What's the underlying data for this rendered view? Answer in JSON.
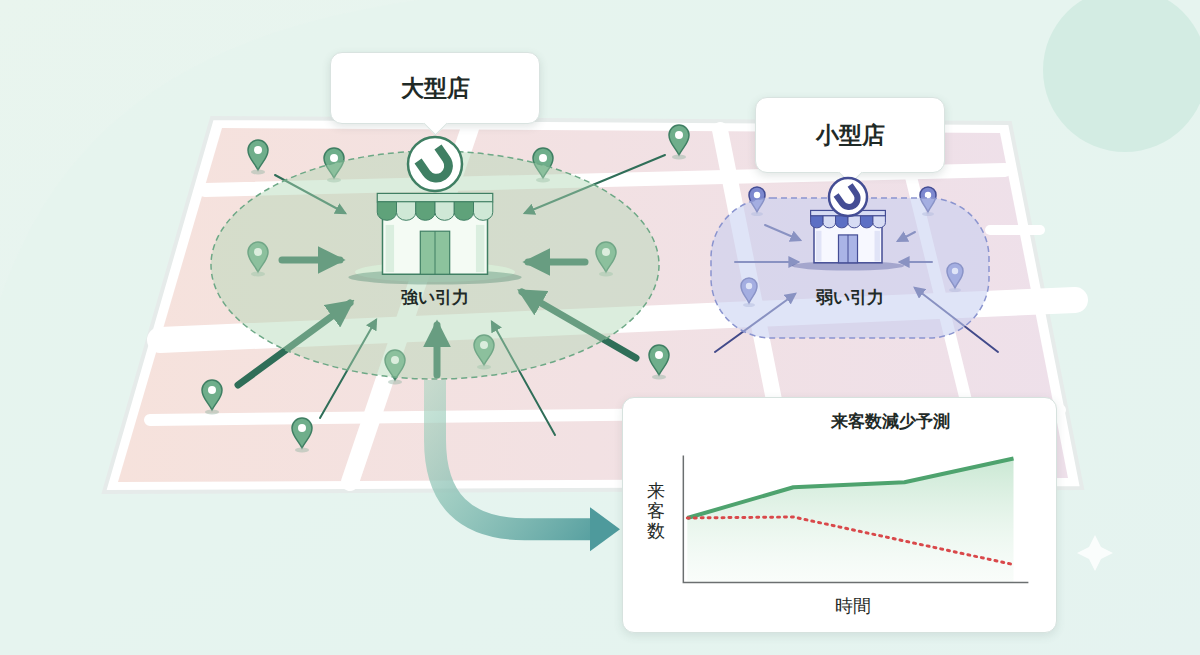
{
  "diagram": {
    "nodes": [
      {
        "text": [
          "大型店"
        ]
      },
      {
        "text": [
          "強い引力"
        ]
      },
      {
        "text": [
          "小型店"
        ]
      },
      {
        "text": [
          "弱い引力"
        ]
      },
      {
        "text": [
          "来客数減少予測"
        ]
      }
    ],
    "edges": [
      {
        "from": 1,
        "to": 4,
        "arrow": "to"
      }
    ],
    "labels": [
      "来客数",
      "時間"
    ]
  }
}
